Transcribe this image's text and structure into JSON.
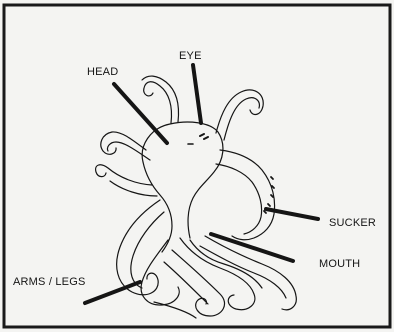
{
  "labels": {
    "head": "HEAD",
    "eye": "EYE",
    "sucker": "SUCKER",
    "mouth": "MOUTH",
    "arms_legs": "ARMS / LEGS"
  },
  "colors": {
    "ink": "#151515",
    "background": "#f4f4f2",
    "frame": "#1a1a1a"
  },
  "icons": {
    "illustration": "octopus-illustration"
  }
}
